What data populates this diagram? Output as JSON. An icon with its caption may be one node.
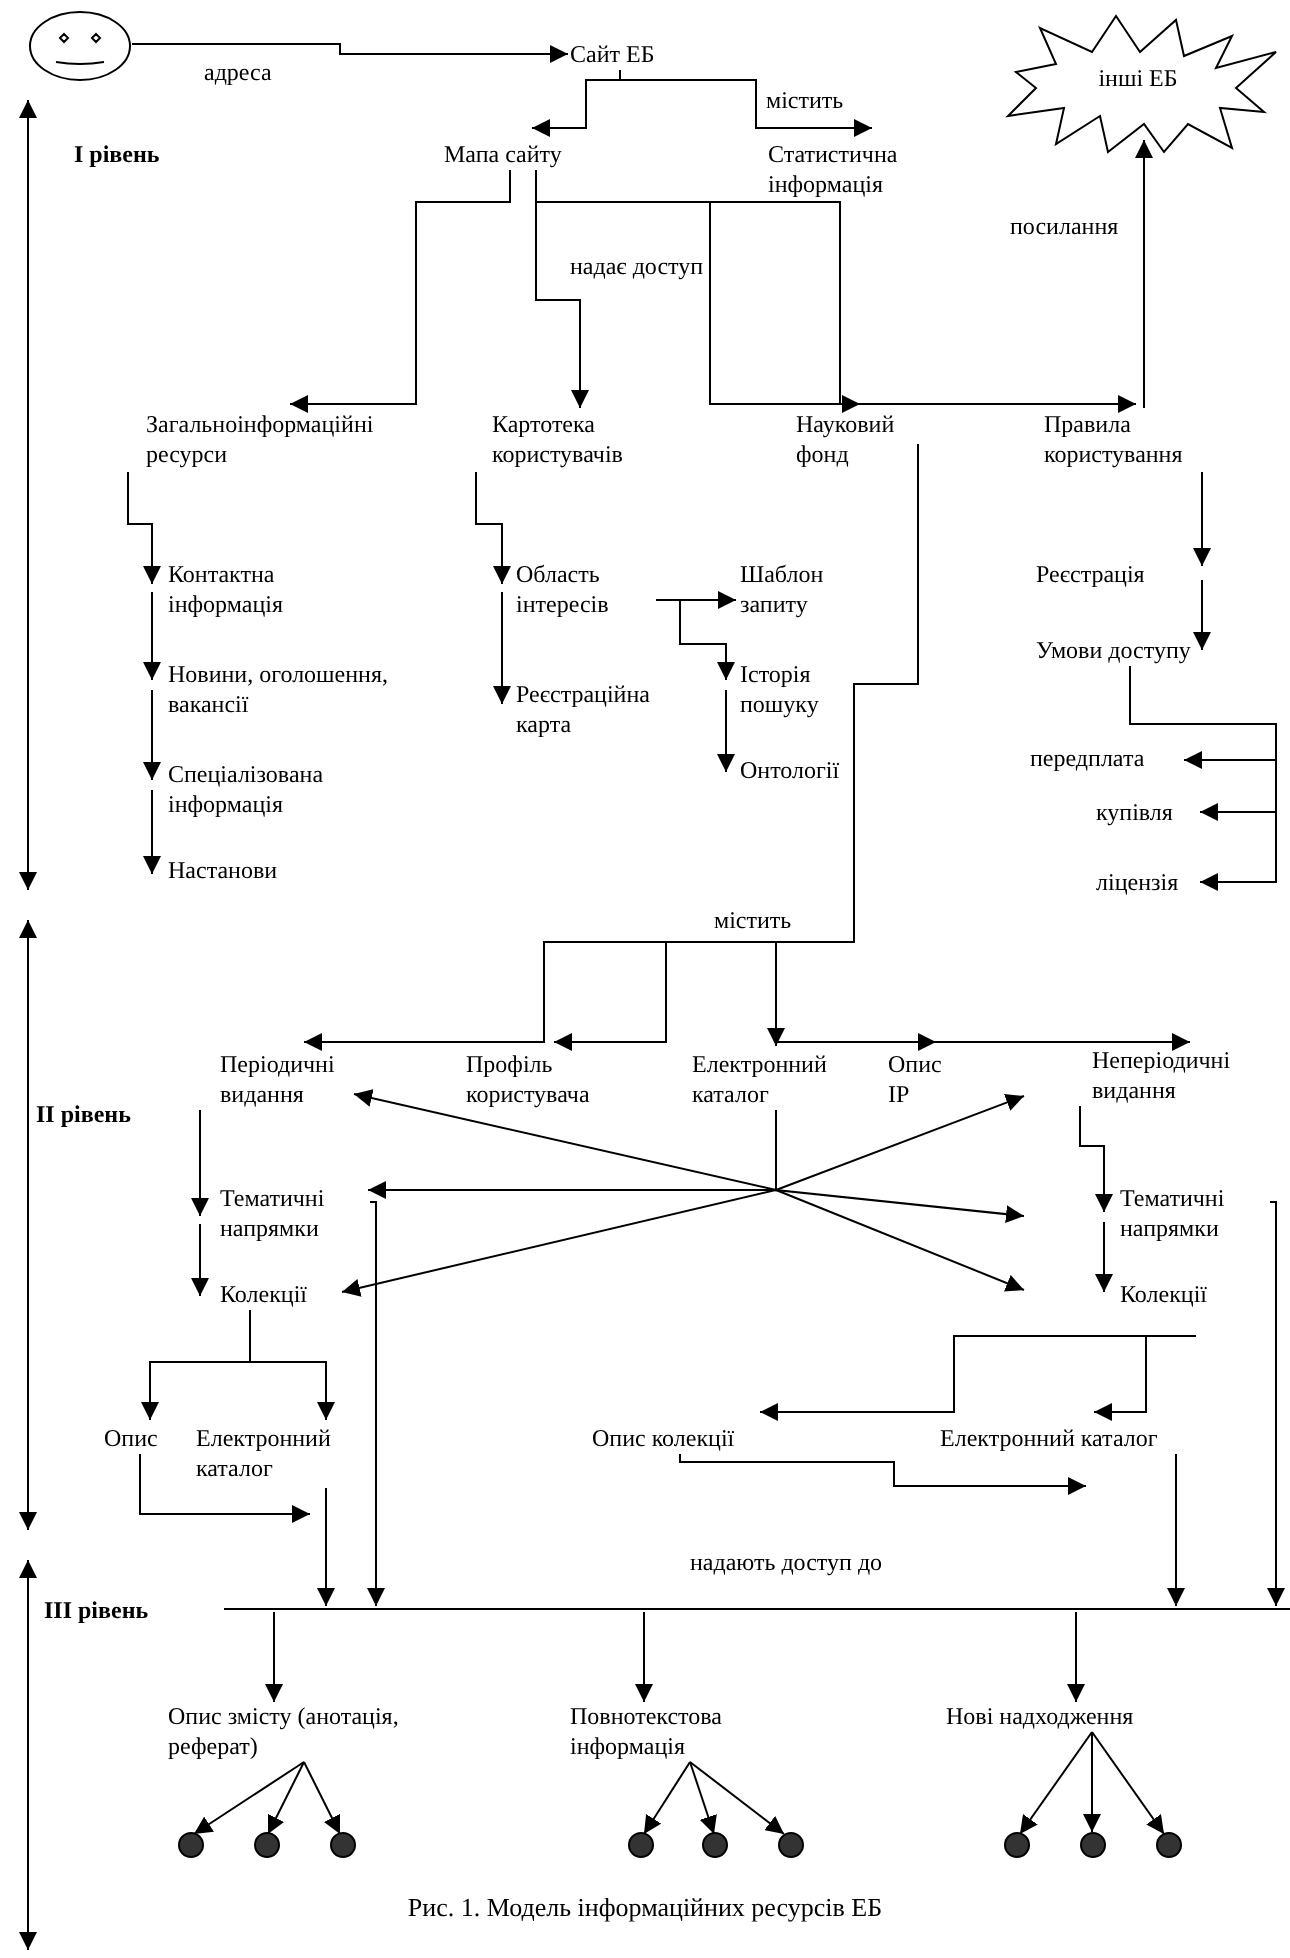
{
  "diagram": {
    "caption": "Рис. 1. Модель інформаційних ресурсів ЕБ",
    "nodes": [
      {
        "text": [],
        "shape": "person"
      },
      {
        "text": [
          "Сайт ЕБ"
        ]
      },
      {
        "text": [
          "інші ЕБ"
        ]
      },
      {
        "text": [
          "Мапа сайту"
        ]
      },
      {
        "text": [
          "Статистична інформація"
        ]
      },
      {
        "text": [
          "Загальноінформаційні ресурси"
        ]
      },
      {
        "text": [
          "Картотека користувачів"
        ]
      },
      {
        "text": [
          "Науковий фонд"
        ]
      },
      {
        "text": [
          "Правила користування"
        ]
      },
      {
        "text": [
          "Контактна інформація"
        ]
      },
      {
        "text": [
          "Новини, оголошення, вакансії"
        ]
      },
      {
        "text": [
          "Спеціалізована інформація"
        ]
      },
      {
        "text": [
          "Настанови"
        ]
      },
      {
        "text": [
          "Область інтересів"
        ]
      },
      {
        "text": [
          "Реєстраційна карта"
        ]
      },
      {
        "text": [
          "Шаблон запиту"
        ]
      },
      {
        "text": [
          "Історія пошуку"
        ]
      },
      {
        "text": [
          "Онтології"
        ]
      },
      {
        "text": [
          "Реєстрація"
        ]
      },
      {
        "text": [
          "Умови доступу"
        ]
      },
      {
        "text": [
          "передплата"
        ]
      },
      {
        "text": [
          "купівля"
        ]
      },
      {
        "text": [
          "ліцензія"
        ]
      },
      {
        "text": [
          "Періодичні видання"
        ]
      },
      {
        "text": [
          "Профіль користувача"
        ]
      },
      {
        "text": [
          "Електронний каталог"
        ]
      },
      {
        "text": [
          "Опис ІР"
        ]
      },
      {
        "text": [
          "Неперіодичні видання"
        ]
      },
      {
        "text": [
          "Тематичні напрямки"
        ]
      },
      {
        "text": [
          "Колекції"
        ]
      },
      {
        "text": [
          "Тематичні напрямки"
        ]
      },
      {
        "text": [
          "Колекції"
        ]
      },
      {
        "text": [
          "Опис"
        ]
      },
      {
        "text": [
          "Електронний каталог"
        ]
      },
      {
        "text": [
          "Опис колекції"
        ]
      },
      {
        "text": [
          "Електронний каталог"
        ]
      },
      {
        "text": [],
        "shape": "bar"
      },
      {
        "text": [
          "Опис змісту (анотація, реферат)"
        ]
      },
      {
        "text": [
          "Повнотекстова інформація"
        ]
      },
      {
        "text": [
          "Нові надходження"
        ]
      },
      {
        "text": [],
        "shape": "circle"
      },
      {
        "text": [],
        "shape": "circle"
      },
      {
        "text": [],
        "shape": "circle"
      },
      {
        "text": [],
        "shape": "circle"
      },
      {
        "text": [],
        "shape": "circle"
      },
      {
        "text": [],
        "shape": "circle"
      },
      {
        "text": [],
        "shape": "circle"
      },
      {
        "text": [],
        "shape": "circle"
      },
      {
        "text": [],
        "shape": "circle"
      }
    ],
    "edges": [
      {
        "from": 0,
        "to": 1,
        "arrow": "to",
        "label": "адреса"
      },
      {
        "from": 1,
        "to": 3,
        "arrow": "to"
      },
      {
        "from": 1,
        "to": 4,
        "arrow": "to"
      },
      {
        "from": 3,
        "to": 5,
        "arrow": "to"
      },
      {
        "from": 3,
        "to": 6,
        "arrow": "to"
      },
      {
        "from": 3,
        "to": 7,
        "arrow": "to"
      },
      {
        "from": 3,
        "to": 8,
        "arrow": "to"
      },
      {
        "from": 8,
        "to": 2,
        "arrow": "to",
        "label": "посилання"
      },
      {
        "from": 5,
        "to": 9,
        "arrow": "to"
      },
      {
        "from": 9,
        "to": 10,
        "arrow": "to"
      },
      {
        "from": 10,
        "to": 11,
        "arrow": "to"
      },
      {
        "from": 11,
        "to": 12,
        "arrow": "to"
      },
      {
        "from": 6,
        "to": 13,
        "arrow": "to"
      },
      {
        "from": 13,
        "to": 14,
        "arrow": "to"
      },
      {
        "from": 13,
        "to": 15,
        "arrow": "to"
      },
      {
        "from": 13,
        "to": 16,
        "arrow": "to"
      },
      {
        "from": 16,
        "to": 17,
        "arrow": "to"
      },
      {
        "from": 8,
        "to": 18,
        "arrow": "to"
      },
      {
        "from": 18,
        "to": 19,
        "arrow": "to"
      },
      {
        "from": 19,
        "to": 20,
        "arrow": "to"
      },
      {
        "from": 19,
        "to": 21,
        "arrow": "to"
      },
      {
        "from": 19,
        "to": 22,
        "arrow": "to"
      },
      {
        "from": 7,
        "to": 23,
        "arrow": "to"
      },
      {
        "from": 7,
        "to": 24,
        "arrow": "to"
      },
      {
        "from": 7,
        "to": 25,
        "arrow": "to"
      },
      {
        "from": 7,
        "to": 26,
        "arrow": "to"
      },
      {
        "from": 7,
        "to": 27,
        "arrow": "to"
      },
      {
        "from": 25,
        "to": 23,
        "arrow": "to"
      },
      {
        "from": 25,
        "to": 28,
        "arrow": "to"
      },
      {
        "from": 25,
        "to": 29,
        "arrow": "to"
      },
      {
        "from": 25,
        "to": 27,
        "arrow": "to"
      },
      {
        "from": 25,
        "to": 30,
        "arrow": "to"
      },
      {
        "from": 25,
        "to": 31,
        "arrow": "to"
      },
      {
        "from": 23,
        "to": 28,
        "arrow": "to"
      },
      {
        "from": 28,
        "to": 29,
        "arrow": "to"
      },
      {
        "from": 29,
        "to": 32,
        "arrow": "to"
      },
      {
        "from": 29,
        "to": 33,
        "arrow": "to"
      },
      {
        "from": 32,
        "to": 33,
        "arrow": "to"
      },
      {
        "from": 33,
        "to": 36,
        "arrow": "to"
      },
      {
        "from": 28,
        "to": 36,
        "arrow": "to"
      },
      {
        "from": 27,
        "to": 30,
        "arrow": "to"
      },
      {
        "from": 30,
        "to": 31,
        "arrow": "to"
      },
      {
        "from": 30,
        "to": 36,
        "arrow": "to"
      },
      {
        "from": 31,
        "to": 34,
        "arrow": "to"
      },
      {
        "from": 31,
        "to": 35,
        "arrow": "to"
      },
      {
        "from": 34,
        "to": 35,
        "arrow": "to"
      },
      {
        "from": 35,
        "to": 36,
        "arrow": "to"
      },
      {
        "from": 36,
        "to": 37,
        "arrow": "to"
      },
      {
        "from": 36,
        "to": 38,
        "arrow": "to"
      },
      {
        "from": 36,
        "to": 39,
        "arrow": "to"
      },
      {
        "from": 37,
        "to": 40,
        "arrow": "to"
      },
      {
        "from": 37,
        "to": 41,
        "arrow": "to"
      },
      {
        "from": 37,
        "to": 42,
        "arrow": "to"
      },
      {
        "from": 38,
        "to": 43,
        "arrow": "to"
      },
      {
        "from": 38,
        "to": 44,
        "arrow": "to"
      },
      {
        "from": 38,
        "to": 45,
        "arrow": "to"
      },
      {
        "from": 39,
        "to": 46,
        "arrow": "to"
      },
      {
        "from": 39,
        "to": 47,
        "arrow": "to"
      },
      {
        "from": 39,
        "to": 48,
        "arrow": "to"
      }
    ],
    "labels": [
      "містить",
      "І рівень",
      "надає доступ",
      "містить",
      "ІІ рівень",
      "надають доступ до",
      "ІІІ рівень"
    ]
  }
}
